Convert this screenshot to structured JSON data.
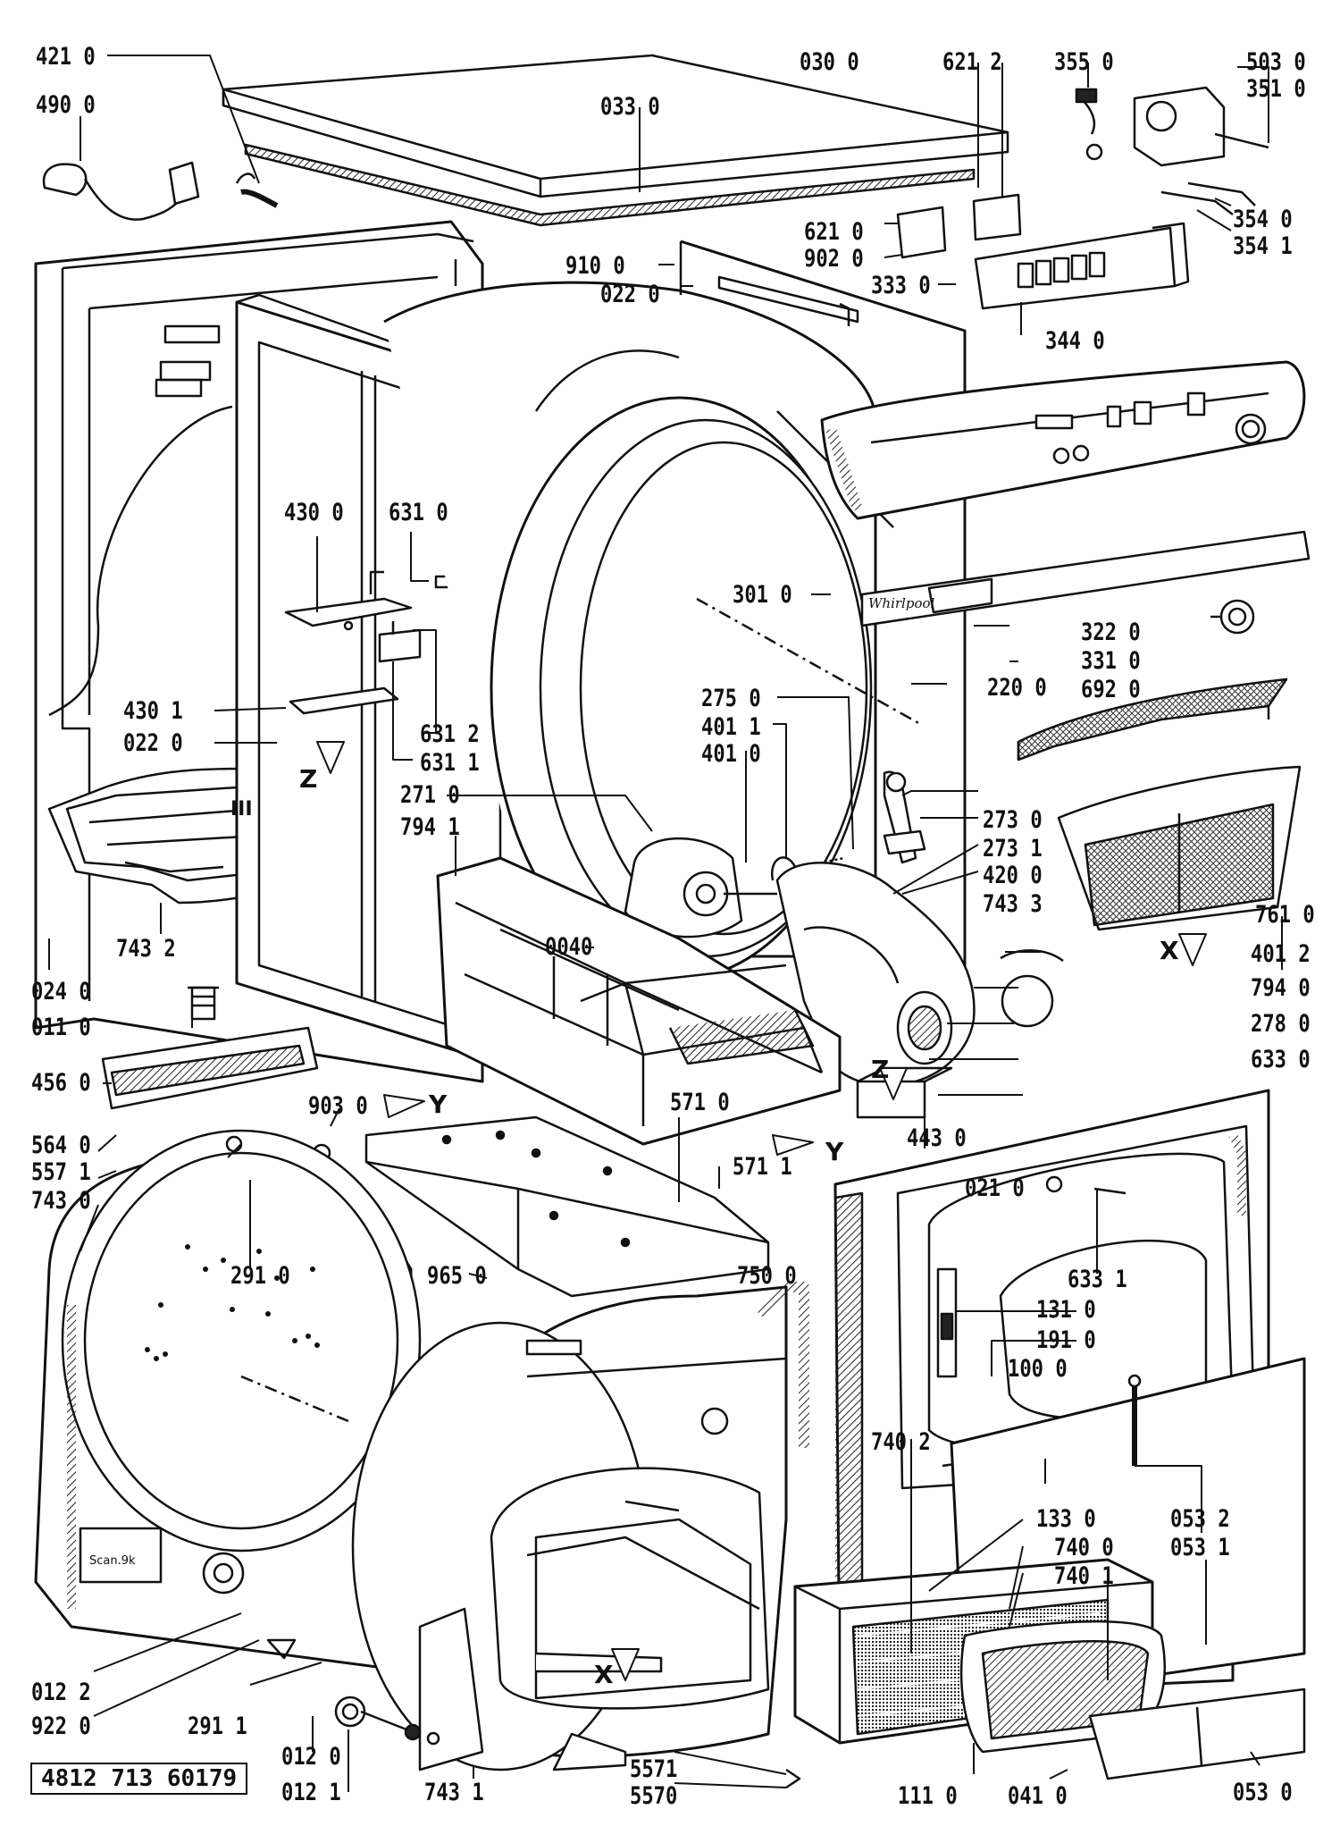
{
  "document_number": "4812 713 60179",
  "brand_mark": "Whirlpool",
  "base_tag": "Scan.9k",
  "view_markers": [
    "X",
    "Y",
    "Z",
    "III"
  ],
  "callouts": [
    {
      "id": "421-0",
      "text": "421 0"
    },
    {
      "id": "490-0",
      "text": "490 0"
    },
    {
      "id": "033-0",
      "text": "033 0"
    },
    {
      "id": "030-0",
      "text": "030 0"
    },
    {
      "id": "621-2",
      "text": "621 2"
    },
    {
      "id": "355-0",
      "text": "355 0"
    },
    {
      "id": "503-0",
      "text": "503 0"
    },
    {
      "id": "351-0",
      "text": "351 0"
    },
    {
      "id": "354-0",
      "text": "354 0"
    },
    {
      "id": "354-1",
      "text": "354 1"
    },
    {
      "id": "621-0",
      "text": "621 0"
    },
    {
      "id": "902-0",
      "text": "902 0"
    },
    {
      "id": "910-0",
      "text": "910 0"
    },
    {
      "id": "022-0-top",
      "text": "022 0"
    },
    {
      "id": "333-0",
      "text": "333 0"
    },
    {
      "id": "344-0",
      "text": "344 0"
    },
    {
      "id": "430-0",
      "text": "430 0"
    },
    {
      "id": "631-0",
      "text": "631 0"
    },
    {
      "id": "301-0",
      "text": "301 0"
    },
    {
      "id": "322-0",
      "text": "322 0"
    },
    {
      "id": "331-0",
      "text": "331 0"
    },
    {
      "id": "692-0",
      "text": "692 0"
    },
    {
      "id": "220-0",
      "text": "220 0"
    },
    {
      "id": "275-0",
      "text": "275 0"
    },
    {
      "id": "401-1",
      "text": "401 1"
    },
    {
      "id": "401-0",
      "text": "401 0"
    },
    {
      "id": "430-1",
      "text": "430 1"
    },
    {
      "id": "022-0-left",
      "text": "022 0"
    },
    {
      "id": "631-2",
      "text": "631 2"
    },
    {
      "id": "631-1",
      "text": "631 1"
    },
    {
      "id": "271-0",
      "text": "271 0"
    },
    {
      "id": "794-1",
      "text": "794 1"
    },
    {
      "id": "273-0",
      "text": "273 0"
    },
    {
      "id": "273-1",
      "text": "273 1"
    },
    {
      "id": "420-0",
      "text": "420 0"
    },
    {
      "id": "743-3",
      "text": "743 3"
    },
    {
      "id": "743-2",
      "text": "743 2"
    },
    {
      "id": "004-0",
      "text": "0040"
    },
    {
      "id": "761-0",
      "text": "761 0"
    },
    {
      "id": "401-2",
      "text": "401 2"
    },
    {
      "id": "024-0",
      "text": "024 0"
    },
    {
      "id": "794-0",
      "text": "794 0"
    },
    {
      "id": "011-0",
      "text": "011 0"
    },
    {
      "id": "278-0",
      "text": "278 0"
    },
    {
      "id": "633-0",
      "text": "633 0"
    },
    {
      "id": "456-0",
      "text": "456 0"
    },
    {
      "id": "903-0",
      "text": "903 0"
    },
    {
      "id": "571-0",
      "text": "571 0"
    },
    {
      "id": "443-0",
      "text": "443 0"
    },
    {
      "id": "564-0",
      "text": "564 0"
    },
    {
      "id": "557-1",
      "text": "557 1"
    },
    {
      "id": "571-1",
      "text": "571 1"
    },
    {
      "id": "743-0",
      "text": "743 0"
    },
    {
      "id": "021-0",
      "text": "021 0"
    },
    {
      "id": "291-0",
      "text": "291 0"
    },
    {
      "id": "965-0",
      "text": "965 0"
    },
    {
      "id": "750-0",
      "text": "750 0"
    },
    {
      "id": "633-1",
      "text": "633 1"
    },
    {
      "id": "131-0",
      "text": "131 0"
    },
    {
      "id": "191-0",
      "text": "191 0"
    },
    {
      "id": "100-0",
      "text": "100 0"
    },
    {
      "id": "740-2",
      "text": "740 2"
    },
    {
      "id": "133-0",
      "text": "133 0"
    },
    {
      "id": "053-2",
      "text": "053 2"
    },
    {
      "id": "740-0",
      "text": "740 0"
    },
    {
      "id": "053-1",
      "text": "053 1"
    },
    {
      "id": "740-1",
      "text": "740 1"
    },
    {
      "id": "012-2",
      "text": "012 2"
    },
    {
      "id": "922-0",
      "text": "922 0"
    },
    {
      "id": "291-1",
      "text": "291 1"
    },
    {
      "id": "012-0",
      "text": "012 0"
    },
    {
      "id": "012-1",
      "text": "012 1"
    },
    {
      "id": "743-1",
      "text": "743 1"
    },
    {
      "id": "557-1b",
      "text": "5571"
    },
    {
      "id": "557-0",
      "text": "5570"
    },
    {
      "id": "111-0",
      "text": "111 0"
    },
    {
      "id": "041-0",
      "text": "041 0"
    },
    {
      "id": "053-0",
      "text": "053 0"
    }
  ]
}
